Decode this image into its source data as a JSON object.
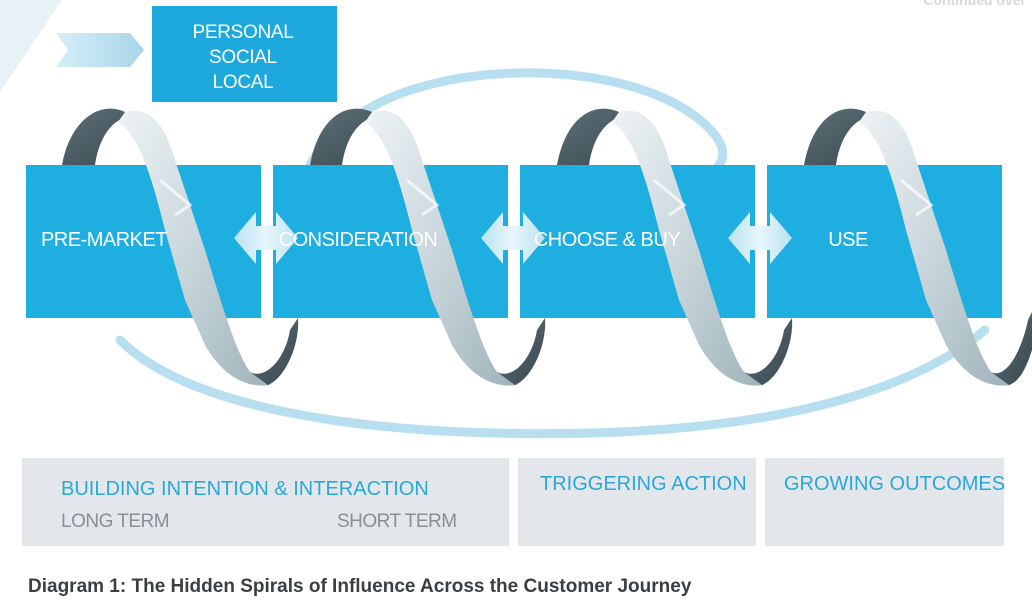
{
  "corner_text": "Continued over",
  "tag": {
    "lines": [
      "PERSONAL",
      "SOCIAL",
      "LOCAL"
    ]
  },
  "stages": [
    {
      "label": "PRE-MARKET"
    },
    {
      "label": "CONSIDERATION"
    },
    {
      "label": "CHOOSE & BUY"
    },
    {
      "label": "USE"
    }
  ],
  "phases": {
    "building": {
      "title": "BUILDING INTENTION & INTERACTION",
      "long_term": "LONG TERM",
      "short_term": "SHORT TERM"
    },
    "triggering": {
      "title": "TRIGGERING ACTION"
    },
    "growing": {
      "title": "GROWING OUTCOMES"
    }
  },
  "caption": "Diagram 1: The Hidden Spirals of Influence Across the Customer Journey",
  "colors": {
    "stage_blue": "#1eaee0",
    "tag_blue": "#1ea9de",
    "ring_blue": "#b8dff0",
    "phase_grey": "#e3e7eb",
    "phase_title": "#2aa8d8",
    "phase_sub": "#8a8f94",
    "ribbon_front": "#c8d6dc",
    "ribbon_back": "#4d5e66"
  },
  "icons": [
    "chevron-arrow-icon",
    "double-arrow-icon",
    "spiral-ribbon-icon"
  ]
}
